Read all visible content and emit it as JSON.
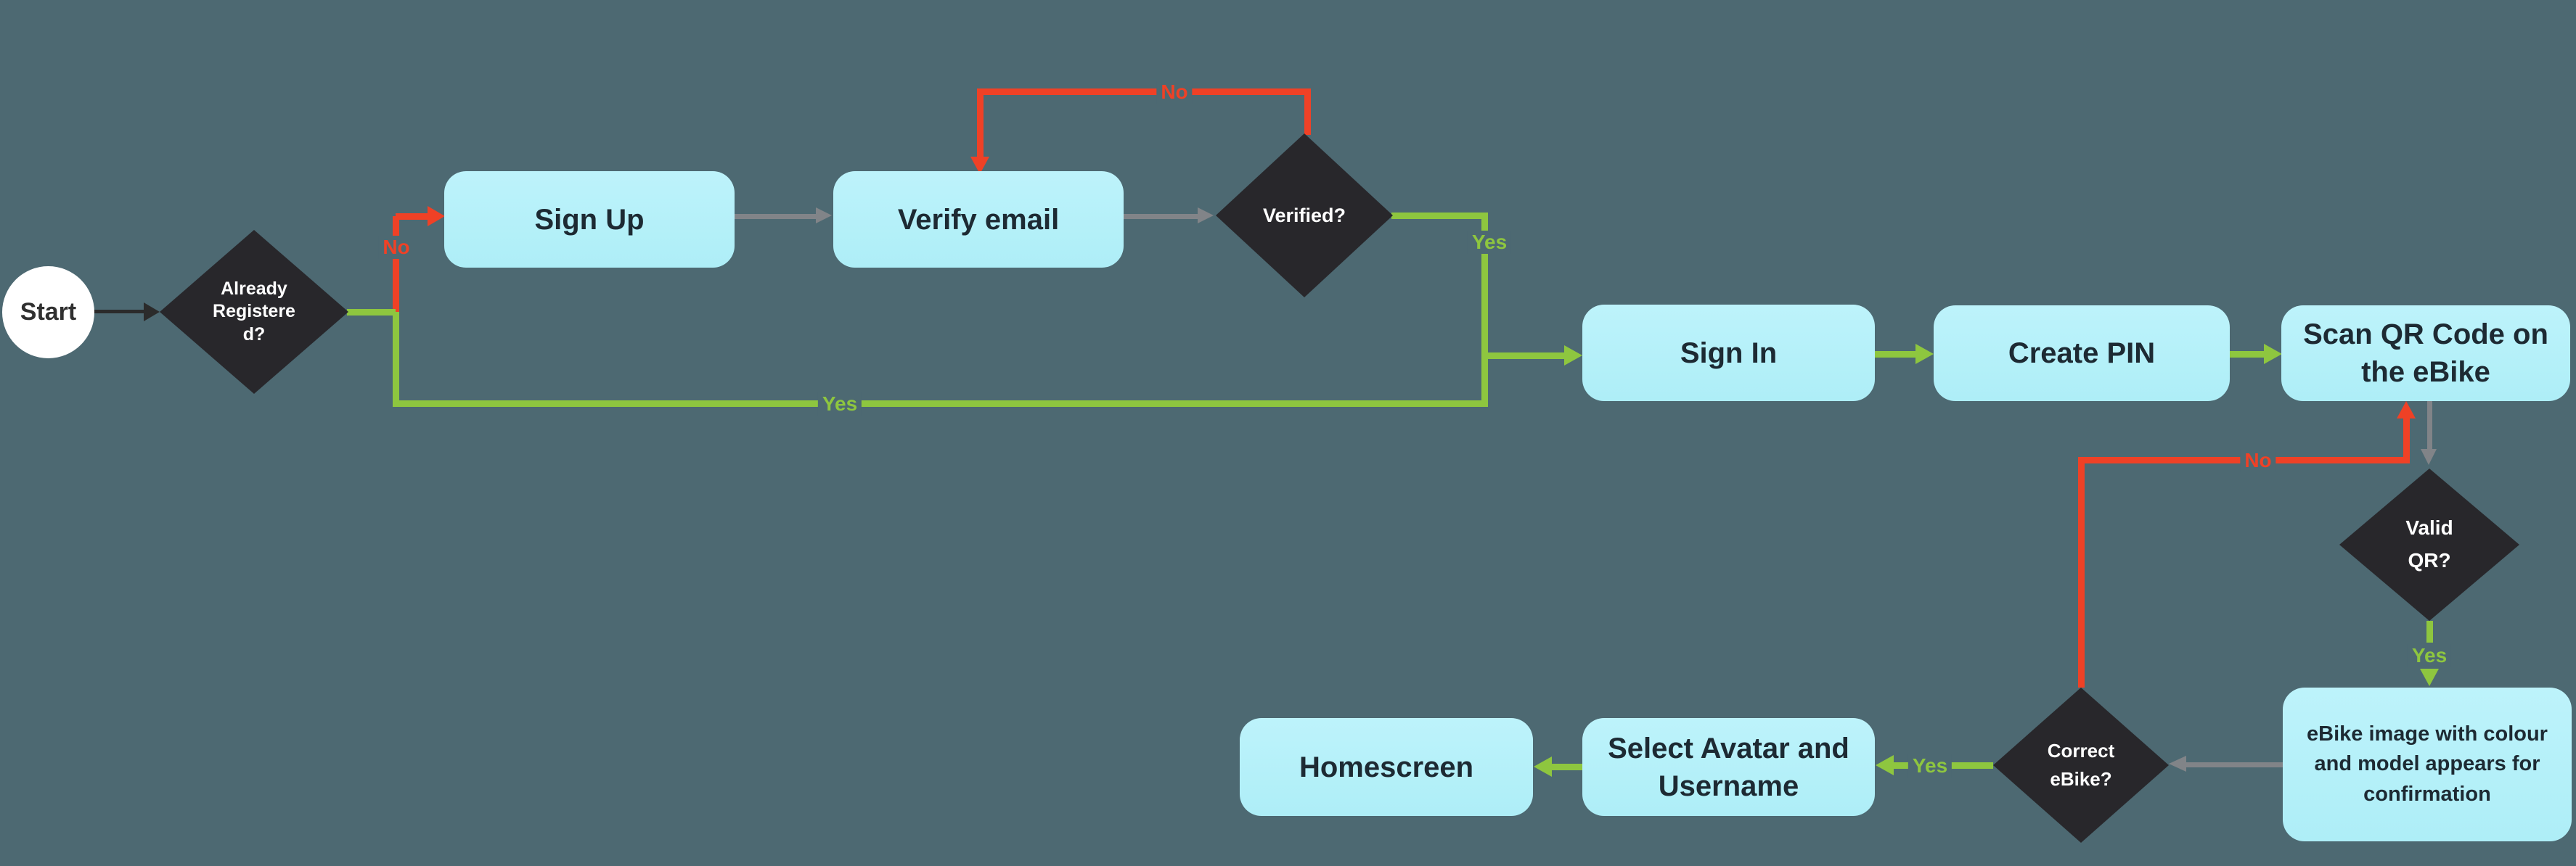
{
  "canvas": {
    "background": "#4d6972"
  },
  "colors": {
    "process_fill": "#aeeef7",
    "process_text": "#1d2a33",
    "decision_fill": "#28272b",
    "decision_text": "#ffffff",
    "start_fill": "#ffffff",
    "yes_green": "#8ec63f",
    "no_red": "#ef4126",
    "neutral_gray": "#818488",
    "dark_line": "#2b2b2b"
  },
  "nodes": {
    "start": {
      "label": "Start",
      "type": "start"
    },
    "already": {
      "label": "Already\nRegistere\nd?",
      "type": "decision"
    },
    "signup": {
      "label": "Sign Up",
      "type": "process"
    },
    "verifyemail": {
      "label": "Verify email",
      "type": "process"
    },
    "verified": {
      "label": "Verified?",
      "type": "decision"
    },
    "signin": {
      "label": "Sign In",
      "type": "process"
    },
    "createpin": {
      "label": "Create PIN",
      "type": "process"
    },
    "scanqr": {
      "label": "Scan QR Code on\nthe eBike",
      "type": "process"
    },
    "validqr": {
      "label": "Valid\nQR?",
      "type": "decision"
    },
    "ebikeconfirm": {
      "label": "eBike image with colour\nand model appears for\nconfirmation",
      "type": "process"
    },
    "correctebike": {
      "label": "Correct\neBike?",
      "type": "decision"
    },
    "selectavatar": {
      "label": "Select Avatar and\nUsername",
      "type": "process"
    },
    "homescreen": {
      "label": "Homescreen",
      "type": "process"
    }
  },
  "edges": {
    "already_no": {
      "label": "No"
    },
    "already_yes": {
      "label": "Yes"
    },
    "verified_no": {
      "label": "No"
    },
    "verified_yes": {
      "label": "Yes"
    },
    "validqr_yes": {
      "label": "Yes"
    },
    "correct_no": {
      "label": "No"
    },
    "correct_yes": {
      "label": "Yes"
    }
  }
}
